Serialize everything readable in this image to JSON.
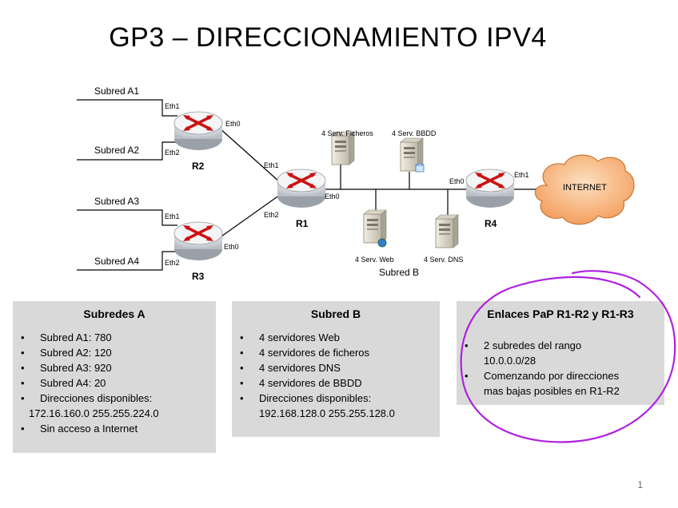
{
  "title": "GP3 – DIRECCIONAMIENTO IPV4",
  "diagram": {
    "subnets_a": [
      "Subred A1",
      "Subred A2",
      "Subred A3",
      "Subred A4"
    ],
    "routers": [
      "R2",
      "R3",
      "R1",
      "R4"
    ],
    "interfaces": {
      "r2_eth1": "Eth1",
      "r2_eth2": "Eth2",
      "r2_eth0": "Eth0",
      "r3_eth1": "Eth1",
      "r3_eth2": "Eth2",
      "r3_eth0": "Eth0",
      "r1_eth1": "Eth1",
      "r1_eth2": "Eth2",
      "r1_eth0": "Eth0",
      "r4_eth0": "Eth0",
      "r4_eth1": "Eth1"
    },
    "servers": {
      "ficheros": "4 Serv. Ficheros",
      "bbdd": "4 Serv. BBDD",
      "web": "4 Serv. Web",
      "dns": "4 Serv. DNS"
    },
    "subnet_b_label": "Subred B",
    "internet": "INTERNET"
  },
  "boxes": {
    "a": {
      "title": "Subredes A",
      "items": [
        {
          "text": "Subred A1: 780"
        },
        {
          "text": "Subred A2: 120"
        },
        {
          "text": "Subred A3: 920"
        },
        {
          "text": "Subred A4: 20"
        },
        {
          "text": "Direcciones disponibles:",
          "sub": "172.16.160.0  255.255.224.0"
        },
        {
          "text": "Sin acceso a Internet"
        }
      ]
    },
    "b": {
      "title": "Subred B",
      "items": [
        {
          "text": "4 servidores Web"
        },
        {
          "text": "4 servidores de ficheros"
        },
        {
          "text": "4 servidores DNS"
        },
        {
          "text": "4 servidores de BBDD"
        },
        {
          "text": "Direcciones disponibles:",
          "sub": "192.168.128.0  255.255.128.0"
        }
      ]
    },
    "c": {
      "title": "Enlaces PaP R1-R2 y R1-R3",
      "items": [
        {
          "text": "2 subredes del rango",
          "sub": "10.0.0.0/28"
        },
        {
          "text": "Comenzando por direcciones",
          "sub": "mas bajas posibles en R1-R2"
        }
      ]
    }
  },
  "bullet": "•",
  "page_number": "1",
  "colors": {
    "box_bg": "#d9d9d9",
    "annotation": "#b020e0",
    "router_arrow": "#cc1111",
    "cloud": "#f8b878"
  }
}
